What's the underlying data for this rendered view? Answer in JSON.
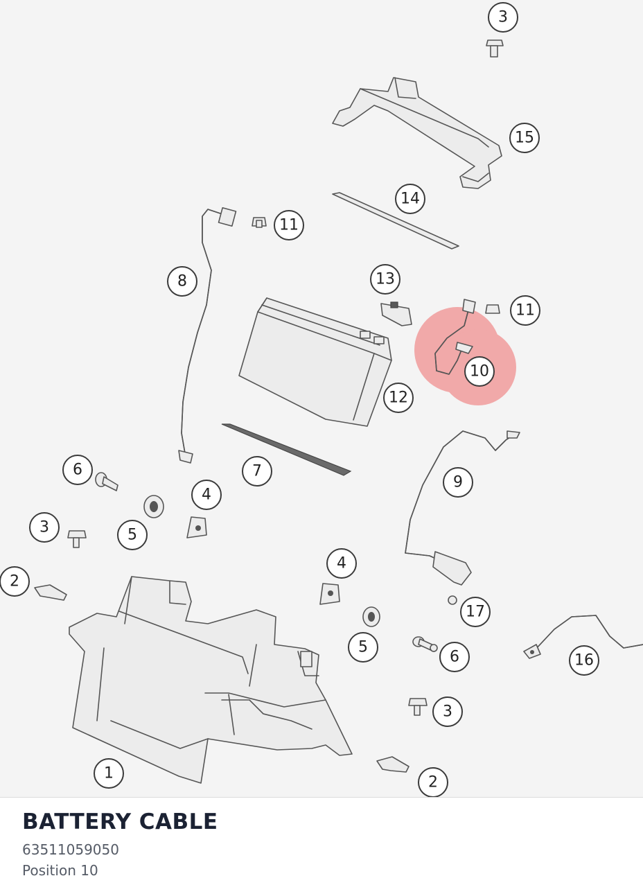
{
  "diagram": {
    "callouts": [
      {
        "id": "c3a",
        "label": "3"
      },
      {
        "id": "c15",
        "label": "15"
      },
      {
        "id": "c14",
        "label": "14"
      },
      {
        "id": "c11a",
        "label": "11"
      },
      {
        "id": "c8",
        "label": "8"
      },
      {
        "id": "c13",
        "label": "13"
      },
      {
        "id": "c11b",
        "label": "11"
      },
      {
        "id": "c10",
        "label": "10"
      },
      {
        "id": "c12",
        "label": "12"
      },
      {
        "id": "c7",
        "label": "7"
      },
      {
        "id": "c6a",
        "label": "6"
      },
      {
        "id": "c9",
        "label": "9"
      },
      {
        "id": "c4a",
        "label": "4"
      },
      {
        "id": "c3b",
        "label": "3"
      },
      {
        "id": "c5a",
        "label": "5"
      },
      {
        "id": "c2a",
        "label": "2"
      },
      {
        "id": "c4b",
        "label": "4"
      },
      {
        "id": "c17",
        "label": "17"
      },
      {
        "id": "c5b",
        "label": "5"
      },
      {
        "id": "c6b",
        "label": "6"
      },
      {
        "id": "c16",
        "label": "16"
      },
      {
        "id": "c3c",
        "label": "3"
      },
      {
        "id": "c1",
        "label": "1"
      },
      {
        "id": "c2b",
        "label": "2"
      }
    ],
    "highlight_color": "#f08a8a",
    "highlighted_position": "10"
  },
  "part": {
    "name": "BATTERY CABLE",
    "number": "63511059050",
    "position_text": "Position 10"
  }
}
